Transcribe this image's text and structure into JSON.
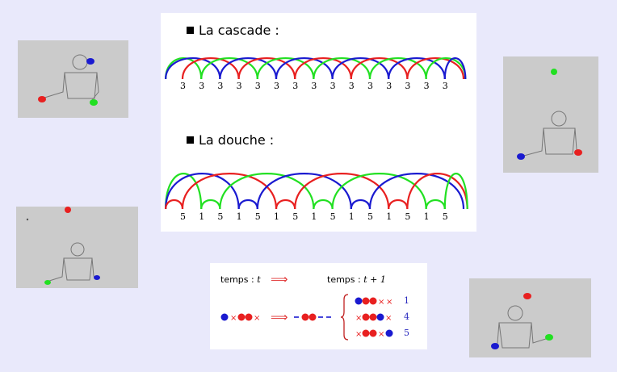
{
  "cascade": {
    "title": "La cascade :",
    "numbers": [
      "3",
      "3",
      "3",
      "3",
      "3",
      "3",
      "3",
      "3",
      "3",
      "3",
      "3",
      "3",
      "3",
      "3",
      "3"
    ]
  },
  "douche": {
    "title": "La douche :",
    "numbers": [
      "5",
      "1",
      "5",
      "1",
      "5",
      "1",
      "5",
      "1",
      "5",
      "1",
      "5",
      "1",
      "5",
      "1",
      "5"
    ]
  },
  "transition": {
    "temps_t_label": "temps : ",
    "temps_t_var": "t",
    "temps_t1_label": "temps : ",
    "temps_t1_var": "t + 1",
    "arrow": "⟹",
    "outcomes": [
      "1",
      "4",
      "5"
    ]
  },
  "colors": {
    "red": "#e82020",
    "green": "#22e022",
    "blue": "#1a1ad0",
    "thumb_bg": "#cbcbcb",
    "page_bg": "#e9e9fb"
  },
  "icons": [
    "juggler-figure",
    "ball",
    "arc-diagram",
    "brace"
  ]
}
